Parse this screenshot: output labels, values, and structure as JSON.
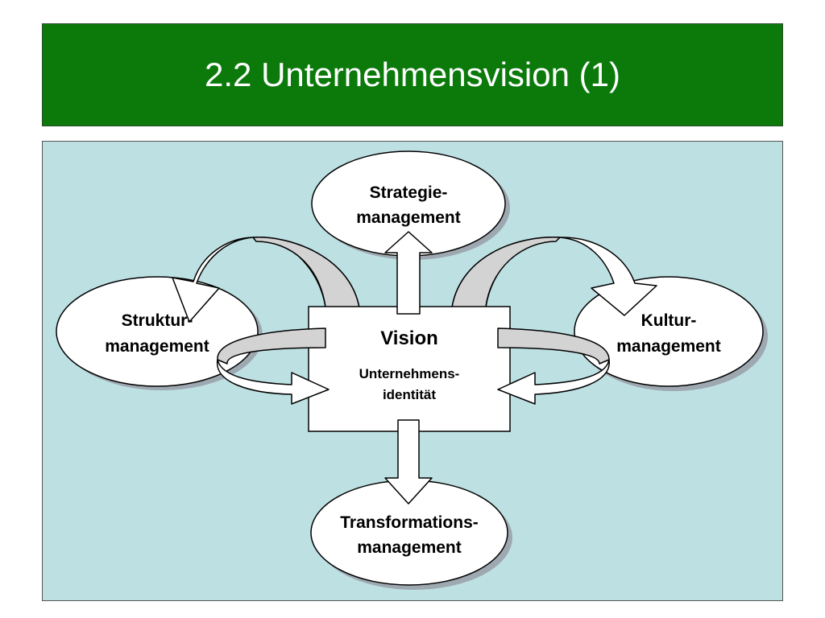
{
  "slide": {
    "title": "2.2 Unternehmensvision (1)"
  },
  "colors": {
    "title_bg": "#0b7a0b",
    "panel_bg": "#bde0e3",
    "node_fill": "#ffffff",
    "shadow": "#9ea8b0",
    "arrow_fill_light": "#ffffff",
    "arrow_fill_grey": "#d3d3d3",
    "outline": "#000000"
  },
  "diagram": {
    "center": {
      "title": "Vision",
      "subtitle_line1": "Unternehmens-",
      "subtitle_line2": "identität"
    },
    "nodes": {
      "top": {
        "line1": "Strategie-",
        "line2": "management"
      },
      "left": {
        "line1": "Struktur-",
        "line2": "management"
      },
      "right": {
        "line1": "Kultur-",
        "line2": "management"
      },
      "bottom": {
        "line1": "Transformations-",
        "line2": "management"
      }
    }
  }
}
